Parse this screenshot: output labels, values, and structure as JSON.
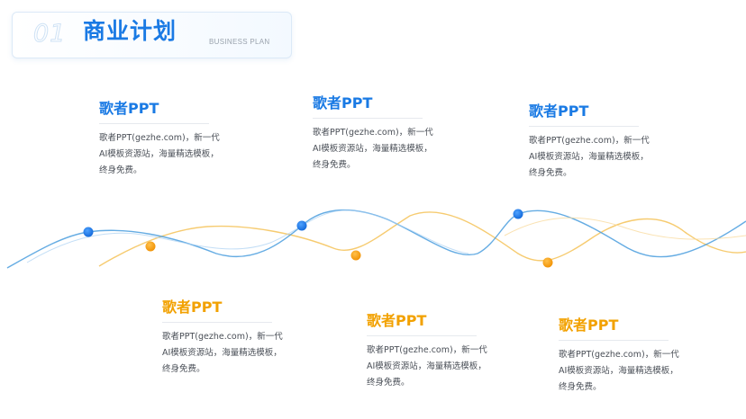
{
  "header": {
    "number": "01",
    "title": "商业计划",
    "subtitle": "BUSINESS PLAN"
  },
  "colors": {
    "blue": "#1a7ae4",
    "orange": "#f5a623",
    "text": "#4a4f57"
  },
  "items": [
    {
      "title": "歌者PPT",
      "text": "歌者PPT(gezhe.com)，新一代AI模板资源站，海量精选模板，终身免费。",
      "color": "blue"
    },
    {
      "title": "歌者PPT",
      "text": "歌者PPT(gezhe.com)，新一代AI模板资源站，海量精选模板，终身免费。",
      "color": "orange"
    },
    {
      "title": "歌者PPT",
      "text": "歌者PPT(gezhe.com)，新一代AI模板资源站，海量精选模板，终身免费。",
      "color": "blue"
    },
    {
      "title": "歌者PPT",
      "text": "歌者PPT(gezhe.com)，新一代AI模板资源站，海量精选模板，终身免费。",
      "color": "orange"
    },
    {
      "title": "歌者PPT",
      "text": "歌者PPT(gezhe.com)，新一代AI模板资源站，海量精选模板，终身免费。",
      "color": "blue"
    },
    {
      "title": "歌者PPT",
      "text": "歌者PPT(gezhe.com)，新一代AI模板资源站，海量精选模板，终身免费。",
      "color": "orange"
    }
  ]
}
